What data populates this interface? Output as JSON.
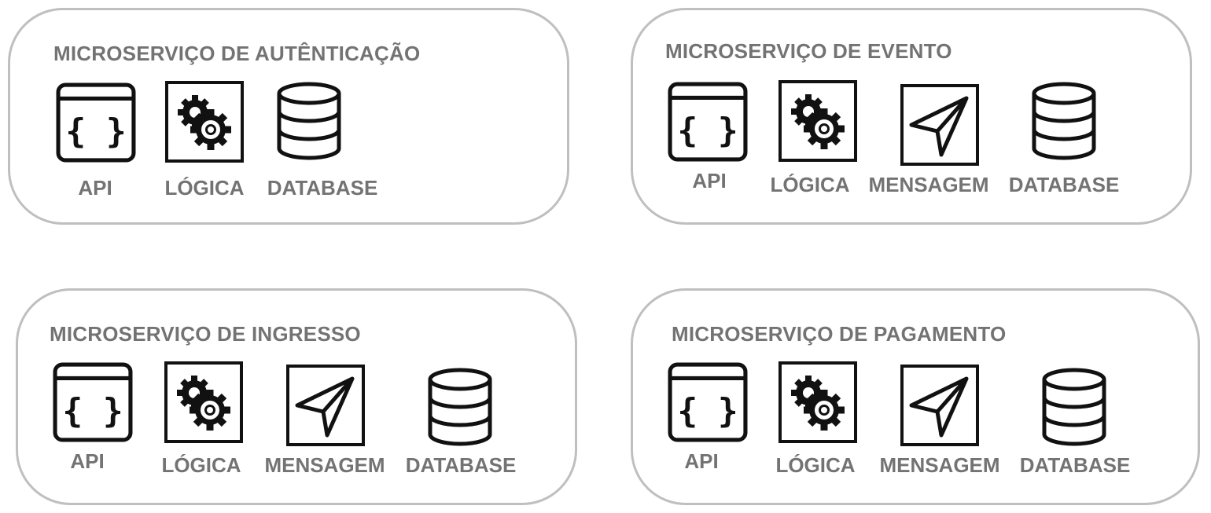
{
  "panels": [
    {
      "title": "MICROSERVIÇO DE AUTÊNTICAÇÃO",
      "items": [
        {
          "label": "API",
          "icon": "api-code-icon"
        },
        {
          "label": "LÓGICA",
          "icon": "gears-icon"
        },
        {
          "label": "DATABASE",
          "icon": "database-icon"
        }
      ]
    },
    {
      "title": "MICROSERVIÇO DE EVENTO",
      "items": [
        {
          "label": "API",
          "icon": "api-code-icon"
        },
        {
          "label": "LÓGICA",
          "icon": "gears-icon"
        },
        {
          "label": "MENSAGEM",
          "icon": "paper-plane-icon"
        },
        {
          "label": "DATABASE",
          "icon": "database-icon"
        }
      ]
    },
    {
      "title": "MICROSERVIÇO DE INGRESSO",
      "items": [
        {
          "label": "API",
          "icon": "api-code-icon"
        },
        {
          "label": "LÓGICA",
          "icon": "gears-icon"
        },
        {
          "label": "MENSAGEM",
          "icon": "paper-plane-icon"
        },
        {
          "label": "DATABASE",
          "icon": "database-icon"
        }
      ]
    },
    {
      "title": "MICROSERVIÇO DE PAGAMENTO",
      "items": [
        {
          "label": "API",
          "icon": "api-code-icon"
        },
        {
          "label": "LÓGICA",
          "icon": "gears-icon"
        },
        {
          "label": "MENSAGEM",
          "icon": "paper-plane-icon"
        },
        {
          "label": "DATABASE",
          "icon": "database-icon"
        }
      ]
    }
  ],
  "colors": {
    "border": "#bfbfbf",
    "text": "#737373",
    "icon": "#111111"
  }
}
